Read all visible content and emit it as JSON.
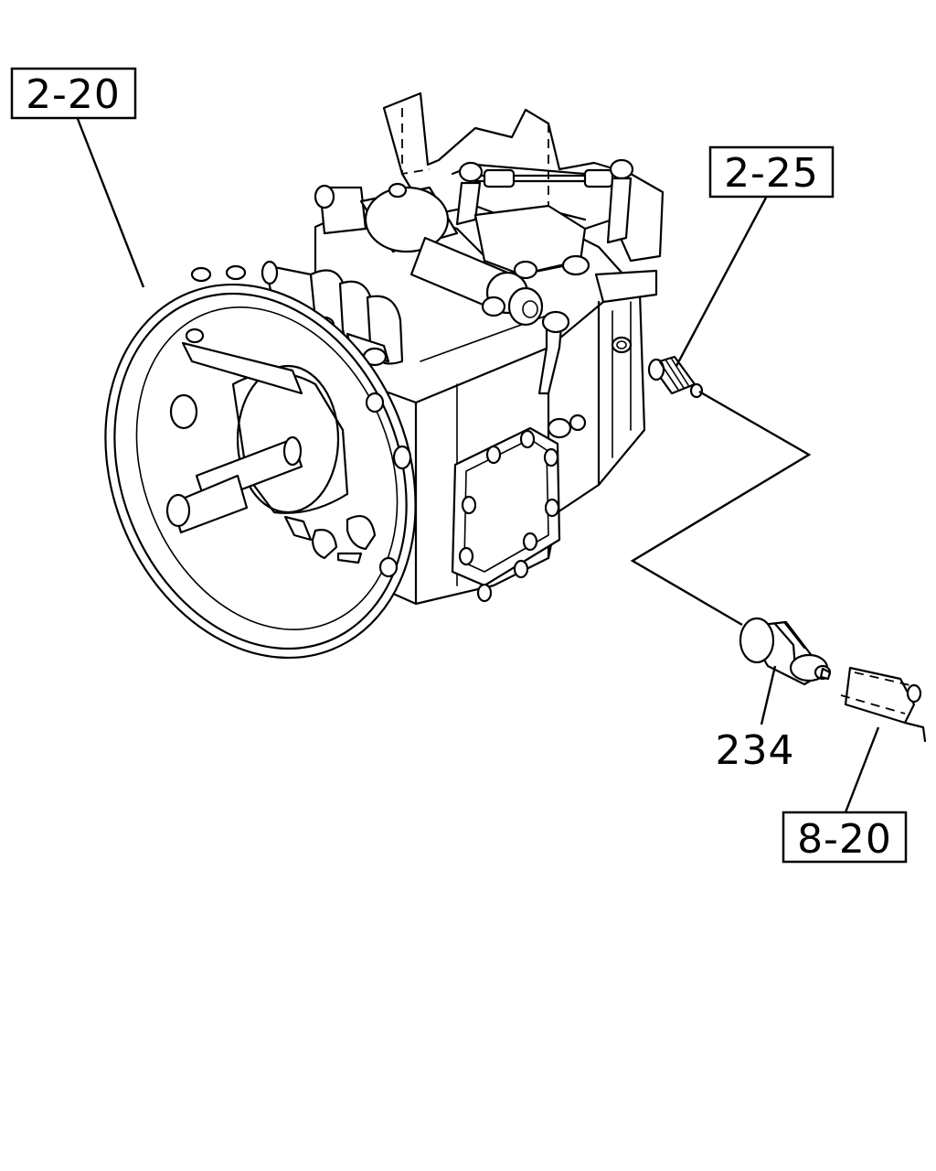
{
  "diagram": {
    "callouts": [
      {
        "id": "ref-2-20",
        "text": "2-20",
        "boxed": true
      },
      {
        "id": "ref-2-25",
        "text": "2-25",
        "boxed": true
      },
      {
        "id": "ref-8-20",
        "text": "8-20",
        "boxed": true
      },
      {
        "id": "part-234",
        "text": "234",
        "boxed": false
      }
    ]
  }
}
